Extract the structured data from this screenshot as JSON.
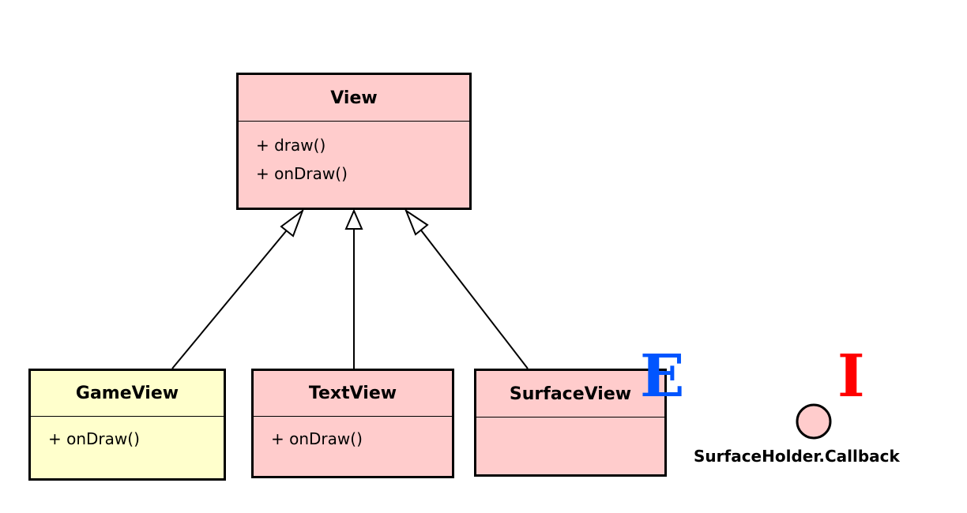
{
  "colors": {
    "superclass_fill": "#ffcccc",
    "custom_class_fill": "#ffffcc",
    "line": "#000000",
    "marker_e": "#0055ff",
    "marker_i": "#ff0000",
    "interface_fill": "#ffcccc"
  },
  "classes": {
    "view": {
      "name": "View",
      "operations": [
        "+ draw()",
        "+ onDraw()"
      ]
    },
    "game_view": {
      "name": "GameView",
      "operations": [
        "+ onDraw()"
      ]
    },
    "text_view": {
      "name": "TextView",
      "operations": [
        "+ onDraw()"
      ]
    },
    "surface_view": {
      "name": "SurfaceView",
      "operations": []
    }
  },
  "interface": {
    "name": "SurfaceHolder.Callback"
  },
  "markers": {
    "extends": "E",
    "implements": "I"
  },
  "relations": [
    {
      "type": "generalization",
      "from": "GameView",
      "to": "View"
    },
    {
      "type": "generalization",
      "from": "TextView",
      "to": "View"
    },
    {
      "type": "generalization",
      "from": "SurfaceView",
      "to": "View"
    }
  ]
}
